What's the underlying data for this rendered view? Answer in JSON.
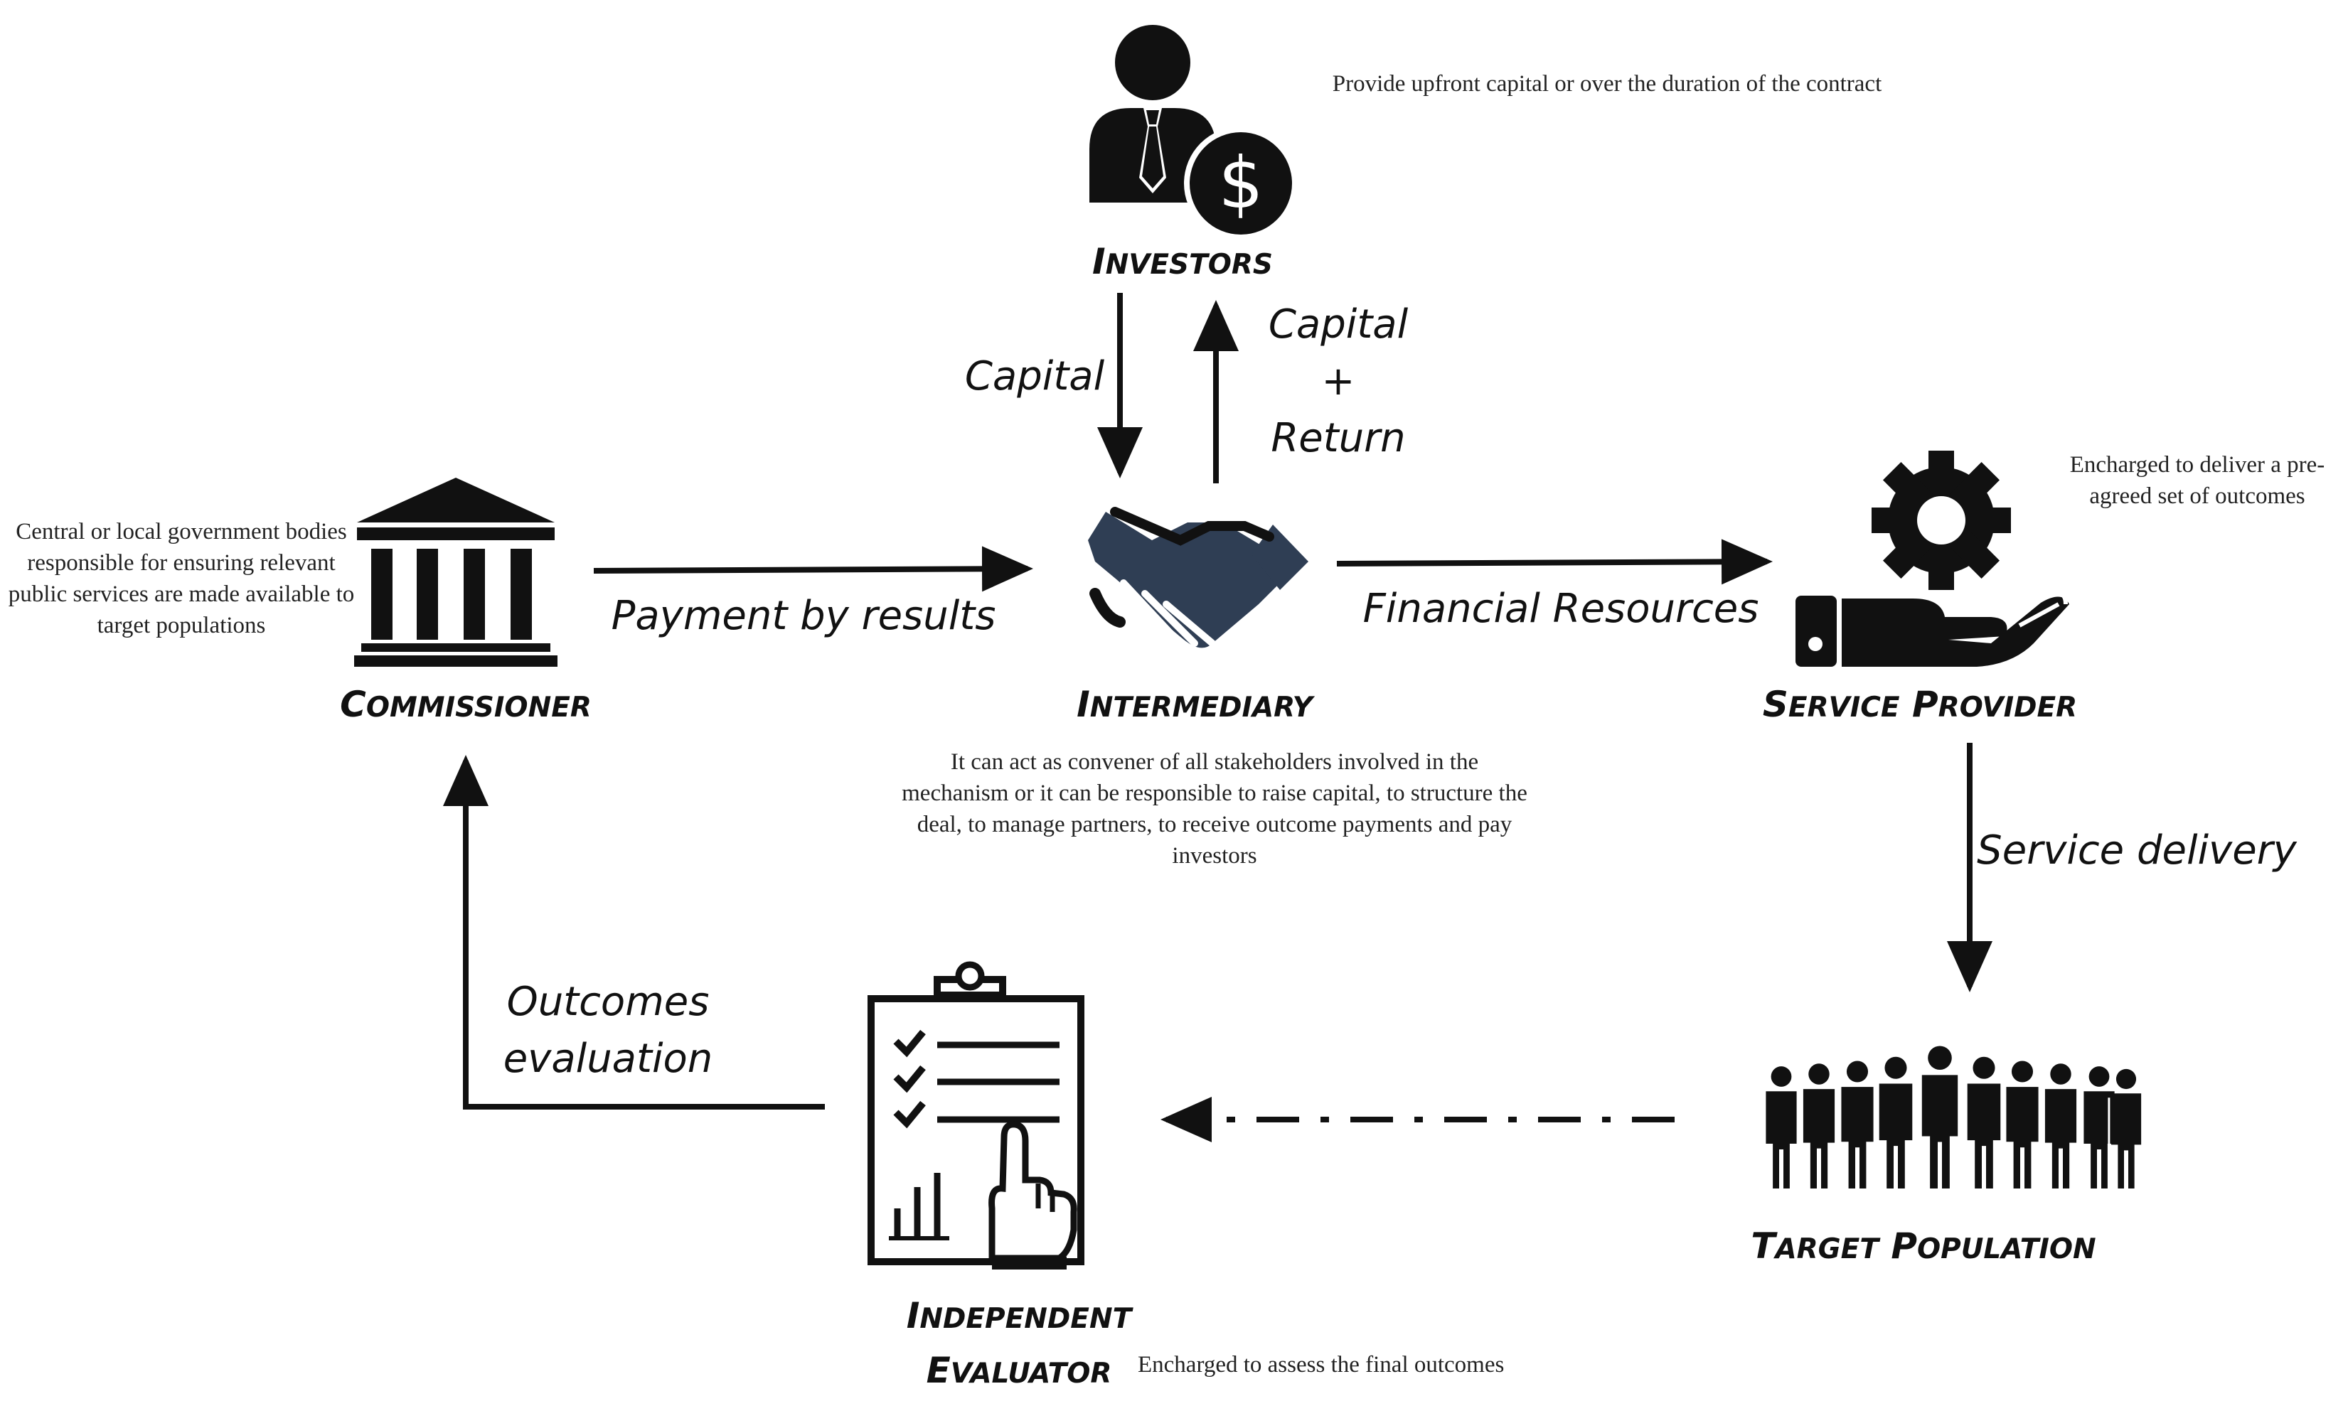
{
  "nodes": {
    "investors": {
      "title": "Investors",
      "desc": "Provide upfront capital or over the duration of the contract",
      "icon": "investor-dollar-icon"
    },
    "commissioner": {
      "title": "Commissioner",
      "desc": "Central or local government bodies responsible for ensuring relevant public services are made available to target populations",
      "icon": "government-building-icon"
    },
    "intermediary": {
      "title": "Intermediary",
      "desc": "It can act as convener of all stakeholders involved in the mechanism or it can be responsible to raise capital, to structure the deal, to manage partners, to receive outcome payments and pay investors",
      "icon": "handshake-icon"
    },
    "service_provider": {
      "title": "Service Provider",
      "desc": "Encharged to deliver a pre-agreed set of outcomes",
      "icon": "gear-hand-icon"
    },
    "target_population": {
      "title": "Target Population",
      "icon": "people-group-icon"
    },
    "independent_evaluator": {
      "title_line1": "Independent",
      "title_line2": "Evaluator",
      "desc": "Encharged to assess the final outcomes",
      "icon": "clipboard-checklist-icon"
    }
  },
  "edges": {
    "capital": "Capital",
    "capital_return_1": "Capital",
    "capital_return_2": "+",
    "capital_return_3": "Return",
    "payment_by_results": "Payment by results",
    "financial_resources": "Financial Resources",
    "service_delivery": "Service delivery",
    "outcomes_evaluation_1": "Outcomes",
    "outcomes_evaluation_2": "evaluation"
  }
}
